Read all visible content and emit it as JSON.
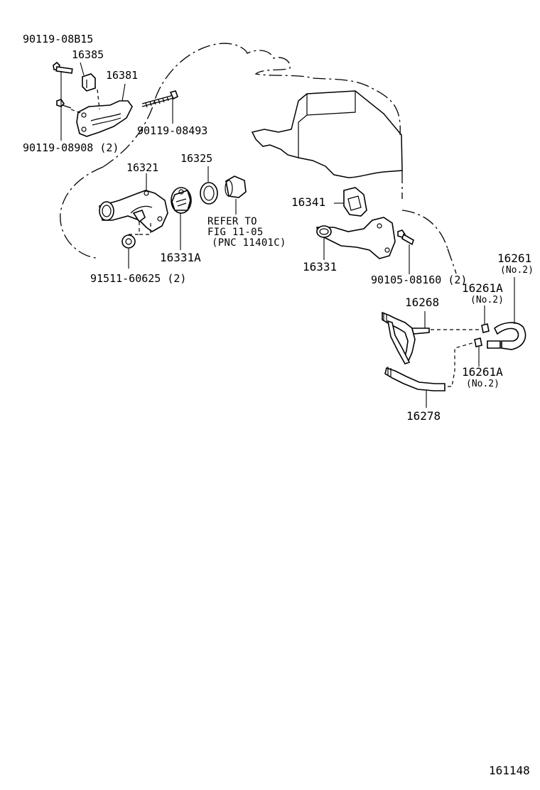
{
  "labels": {
    "bolt_top": "90119-08B15",
    "clamp": "16385",
    "bracket": "16381",
    "stud": "90119-08493",
    "bolt_small": "90119-08908 (2)",
    "inlet": "16321",
    "gasket_ring": "16325",
    "refer_line1": "REFER TO",
    "refer_line2": "FIG 11-05",
    "refer_line3": "(PNC 11401C)",
    "thermostat": "16331A",
    "nut": "91511-60625 (2)",
    "gasket": "16341",
    "outlet": "16331",
    "bolt_outlet": "90105-08160 (2)",
    "hose_no2": "16261",
    "hose_no2_sub": "(No.2)",
    "pipe_upper": "16268",
    "hose_a_upper": "16261A",
    "hose_a_upper_sub": "(No.2)",
    "hose_a_lower": "16261A",
    "hose_a_lower_sub": "(No.2)",
    "pipe_lower": "16278",
    "figure_number": "161148"
  }
}
